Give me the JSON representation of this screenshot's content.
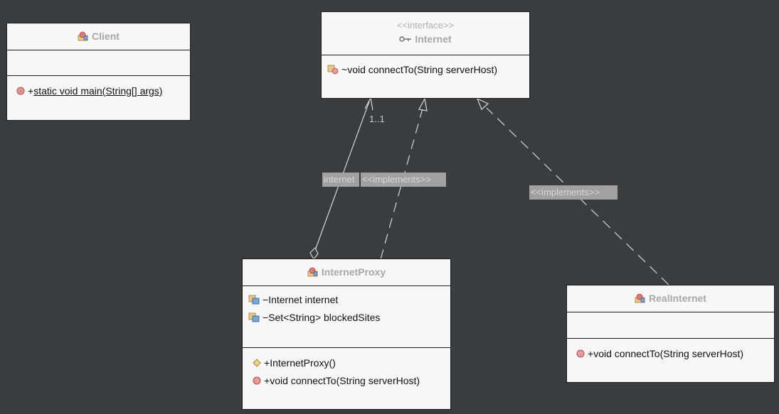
{
  "classes": {
    "client": {
      "name": "Client",
      "methods": [
        {
          "vis": "+",
          "text": "static void main(String[] args)"
        }
      ]
    },
    "internet": {
      "stereotype": "<<interface>>",
      "name": "Internet",
      "methods": [
        {
          "vis": "~",
          "text": "void connectTo(String serverHost)"
        }
      ]
    },
    "internet_proxy": {
      "name": "InternetProxy",
      "fields": [
        {
          "vis": "−",
          "text": "Internet internet"
        },
        {
          "vis": "−",
          "text": "Set<String> blockedSites"
        }
      ],
      "methods": [
        {
          "vis": "+",
          "text": "InternetProxy()"
        },
        {
          "vis": "+",
          "text": "void connectTo(String serverHost)"
        }
      ]
    },
    "real_internet": {
      "name": "RealInternet",
      "methods": [
        {
          "vis": "+",
          "text": "void connectTo(String serverHost)"
        }
      ]
    }
  },
  "associations": {
    "multiplicity": "1..1",
    "role_label": "internet",
    "implements_label_proxy": "<<implements>>",
    "implements_label_real": "<<implements>>"
  },
  "colors": {
    "background": "#3a3d40",
    "box": "#f7f7f7",
    "header_text": "#a8a8a8",
    "label_bg": "#a1a1a1"
  },
  "icons": {
    "class": "class-icon",
    "interface": "interface-icon",
    "public_method": "public-method-icon",
    "package_method": "package-method-icon",
    "private_field": "private-field-icon",
    "constructor": "constructor-icon"
  }
}
